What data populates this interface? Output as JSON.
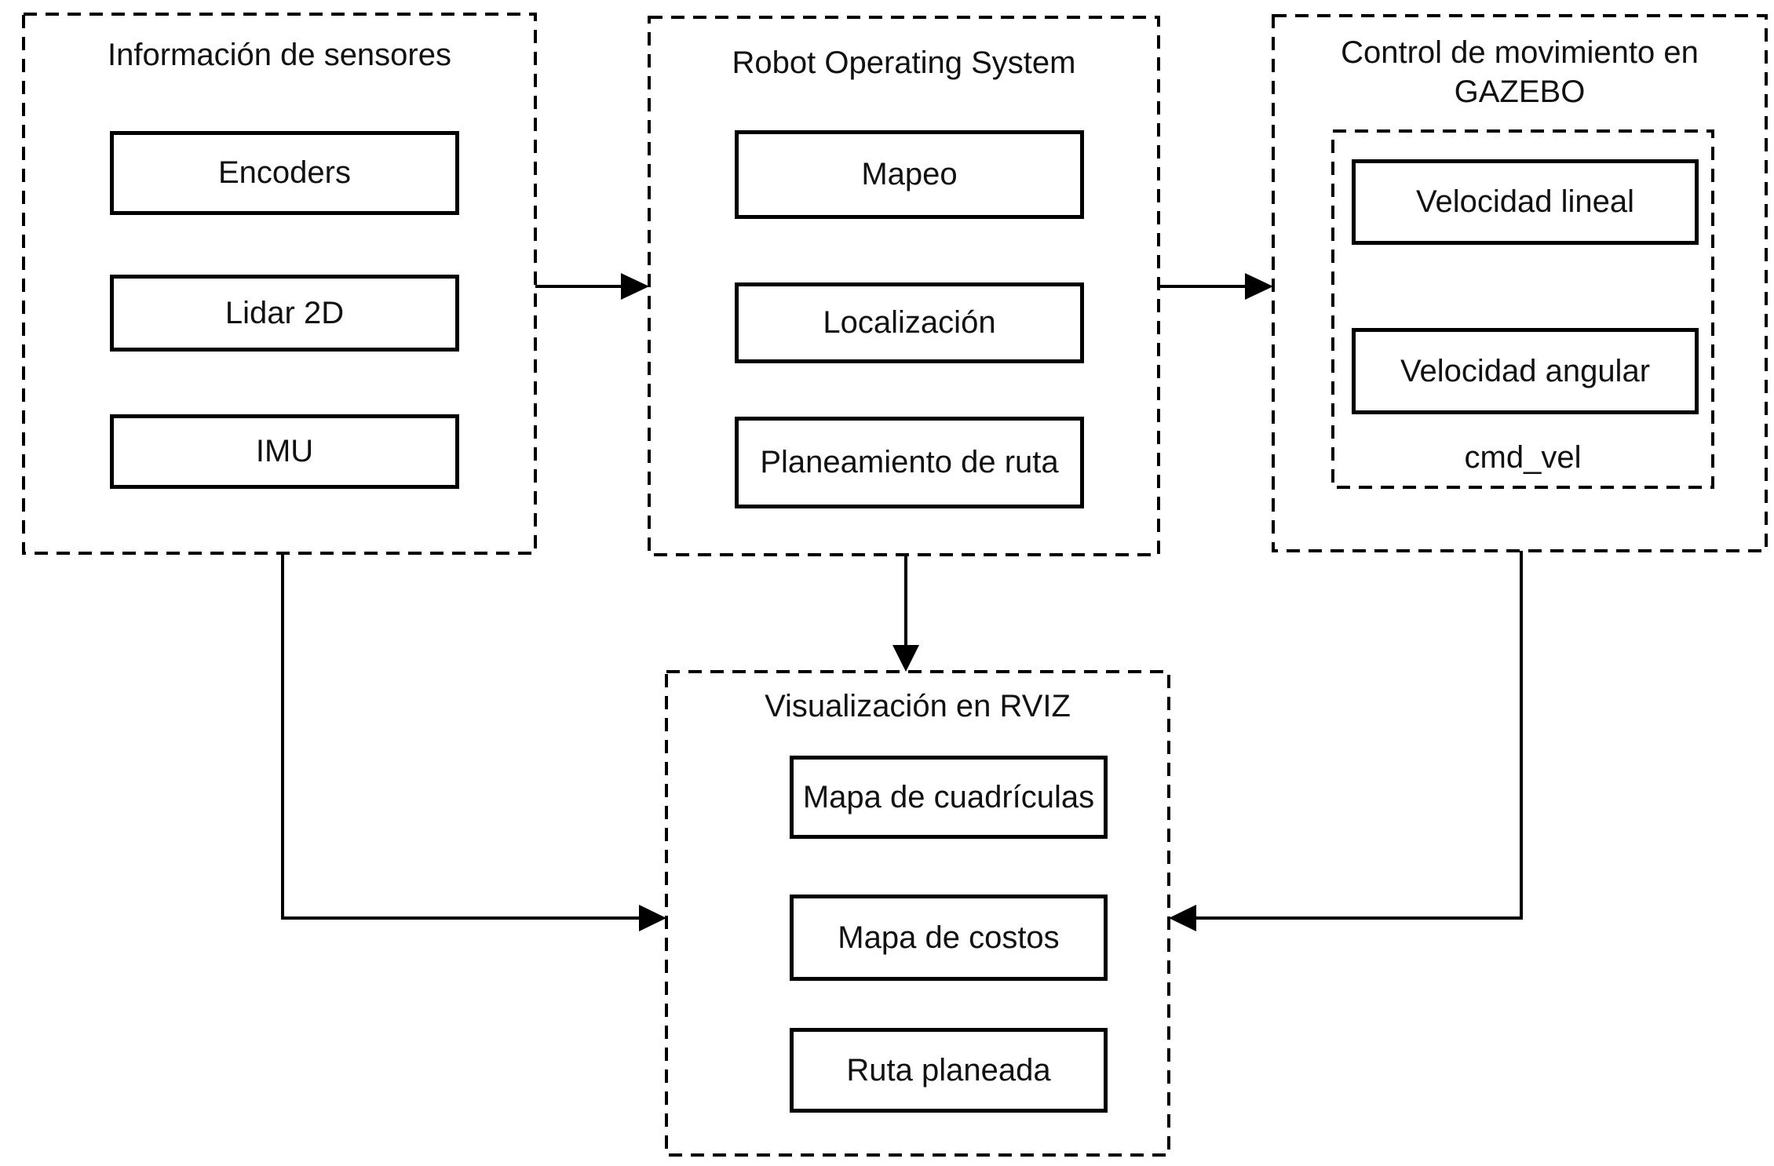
{
  "diagram": {
    "background_color": "#ffffff",
    "line_color": "#000000",
    "panels": {
      "sensors": {
        "title": "Información de sensores",
        "items": [
          "Encoders",
          "Lidar 2D",
          "IMU"
        ]
      },
      "ros": {
        "title": "Robot Operating System",
        "items": [
          "Mapeo",
          "Localización",
          "Planeamiento de ruta"
        ]
      },
      "gazebo": {
        "title": "Control de movimiento en GAZEBO",
        "items": [
          "Velocidad lineal",
          "Velocidad angular"
        ],
        "topic_label": "cmd_vel"
      },
      "rviz": {
        "title": "Visualización en RVIZ",
        "items": [
          "Mapa de cuadrículas",
          "Mapa de costos",
          "Ruta planeada"
        ]
      }
    },
    "connections": [
      {
        "from": "sensors",
        "to": "ros",
        "style": "straight-arrow"
      },
      {
        "from": "ros",
        "to": "gazebo",
        "style": "straight-arrow"
      },
      {
        "from": "ros",
        "to": "rviz",
        "style": "straight-arrow"
      },
      {
        "from": "sensors",
        "to": "rviz",
        "style": "elbow-arrow"
      },
      {
        "from": "gazebo",
        "to": "rviz",
        "style": "elbow-arrow"
      }
    ]
  }
}
